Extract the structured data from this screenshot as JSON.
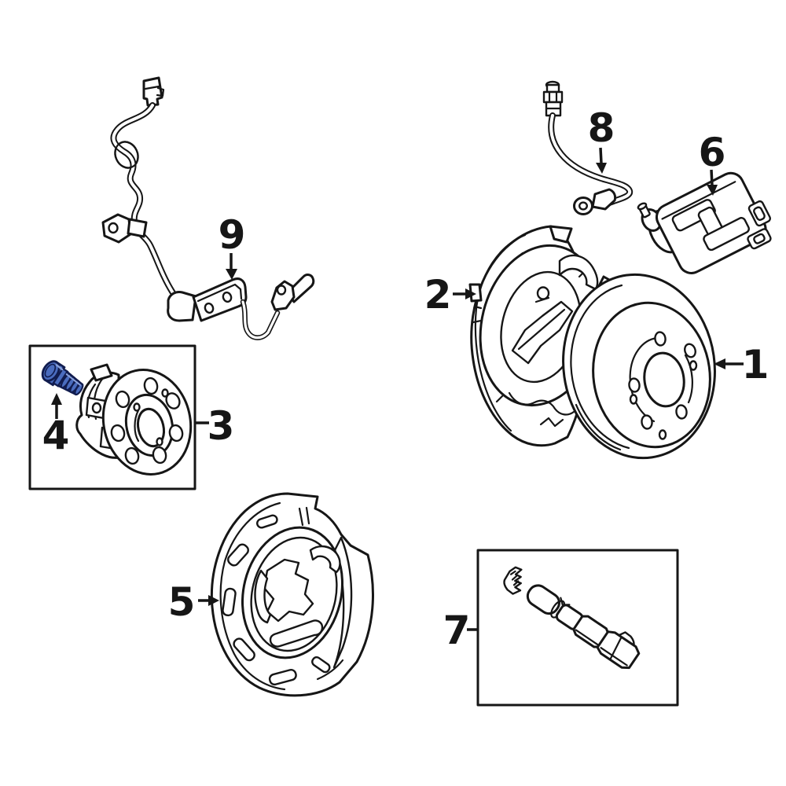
{
  "callouts": [
    {
      "number": "1"
    },
    {
      "number": "2"
    },
    {
      "number": "3"
    },
    {
      "number": "4"
    },
    {
      "number": "5"
    },
    {
      "number": "6"
    },
    {
      "number": "7"
    },
    {
      "number": "8"
    },
    {
      "number": "9"
    }
  ],
  "colors": {
    "line": "#161616",
    "background": "#ffffff",
    "stud_fill": "#4a6cbe",
    "stud_outline": "#111c4e",
    "stud_highlight": "#8aa2dc"
  }
}
